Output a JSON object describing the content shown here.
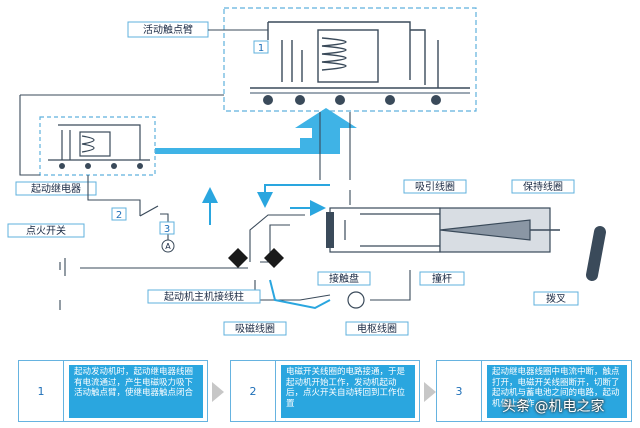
{
  "labels": {
    "movable_contact_arm": "活动触点臂",
    "starter_relay": "起动继电器",
    "ignition_switch": "点火开关",
    "starter_main_terminal": "起动机主机接线柱",
    "pull_in_coil_top": "吸引线圈",
    "hold_in_coil": "保持线圈",
    "contact_disc": "接触盘",
    "plunger": "撞杆",
    "shift_fork": "拨叉",
    "pull_in_coil_bottom": "吸磁线圈",
    "armature_coil": "电枢线圈",
    "ammeter": "A"
  },
  "markers": [
    "1",
    "2",
    "3"
  ],
  "steps": [
    {
      "num": "1",
      "text": "起动发动机时，起动继电器线圈有电流通过，产生电磁吸力吸下活动触点臂，使继电器触点闭合"
    },
    {
      "num": "2",
      "text": "电磁开关线圈的电路接通，于是起动机开始工作，发动机起动后，点火开关自动转回到工作位置"
    },
    {
      "num": "3",
      "text": "起动继电器线圈中电流中断，触点打开，电磁开关线圈断开，切断了起动机与蓄电池之间的电路，起动机停止工作"
    }
  ],
  "watermark": "头条 @机电之家",
  "colors": {
    "accent": "#2aa6df",
    "line": "#3a4a5a",
    "dashed": "#5fb0dd"
  }
}
